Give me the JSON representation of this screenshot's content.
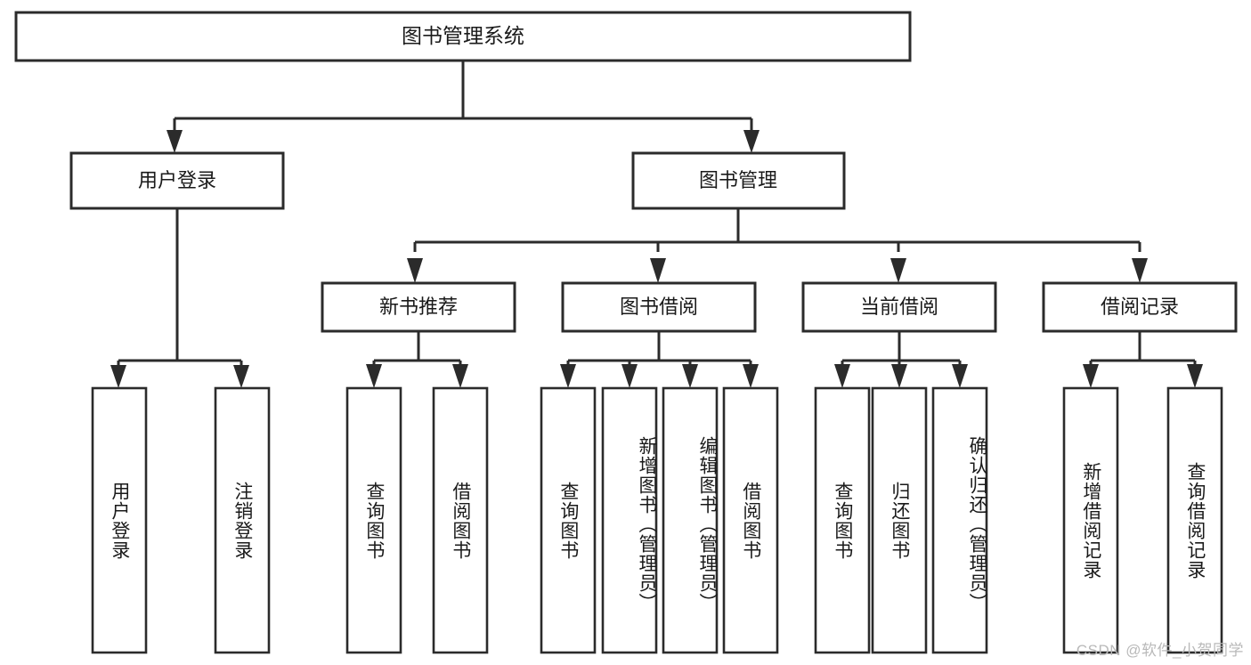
{
  "diagram": {
    "type": "hierarchy-tree",
    "title_node": {
      "label": "图书管理系统"
    },
    "level1": [
      {
        "id": "user-login",
        "label": "用户登录"
      },
      {
        "id": "book-management",
        "label": "图书管理"
      }
    ],
    "level2": [
      {
        "id": "new-book-recommend",
        "label": "新书推荐",
        "parent": "book-management"
      },
      {
        "id": "book-borrow",
        "label": "图书借阅",
        "parent": "book-management"
      },
      {
        "id": "current-borrow",
        "label": "当前借阅",
        "parent": "book-management"
      },
      {
        "id": "borrow-record",
        "label": "借阅记录",
        "parent": "book-management"
      }
    ],
    "leaves": {
      "user-login": [
        {
          "id": "leaf-user-login",
          "label": "用户登录"
        },
        {
          "id": "leaf-user-logout",
          "label": "注销登录"
        }
      ],
      "new-book-recommend": [
        {
          "id": "leaf-query-book-1",
          "label": "查询图书"
        },
        {
          "id": "leaf-borrow-book-1",
          "label": "借阅图书"
        }
      ],
      "book-borrow": [
        {
          "id": "leaf-query-book-2",
          "label": "查询图书"
        },
        {
          "id": "leaf-add-book",
          "label": "新增图书（管理员）"
        },
        {
          "id": "leaf-edit-book",
          "label": "编辑图书（管理员）"
        },
        {
          "id": "leaf-borrow-book-2",
          "label": "借阅图书"
        }
      ],
      "current-borrow": [
        {
          "id": "leaf-query-book-3",
          "label": "查询图书"
        },
        {
          "id": "leaf-return-book",
          "label": "归还图书"
        },
        {
          "id": "leaf-confirm-return",
          "label": "确认归还（管理员）"
        }
      ],
      "borrow-record": [
        {
          "id": "leaf-add-record",
          "label": "新增借阅记录"
        },
        {
          "id": "leaf-query-record",
          "label": "查询借阅记录"
        }
      ]
    }
  },
  "watermark": {
    "text": "CSDN @软件_小贺同学"
  },
  "colors": {
    "box_stroke": "#2b2b2b",
    "box_fill": "#ffffff",
    "text": "#1a1a1a",
    "background": "#ffffff",
    "watermark_text": "#b9b9b9"
  }
}
